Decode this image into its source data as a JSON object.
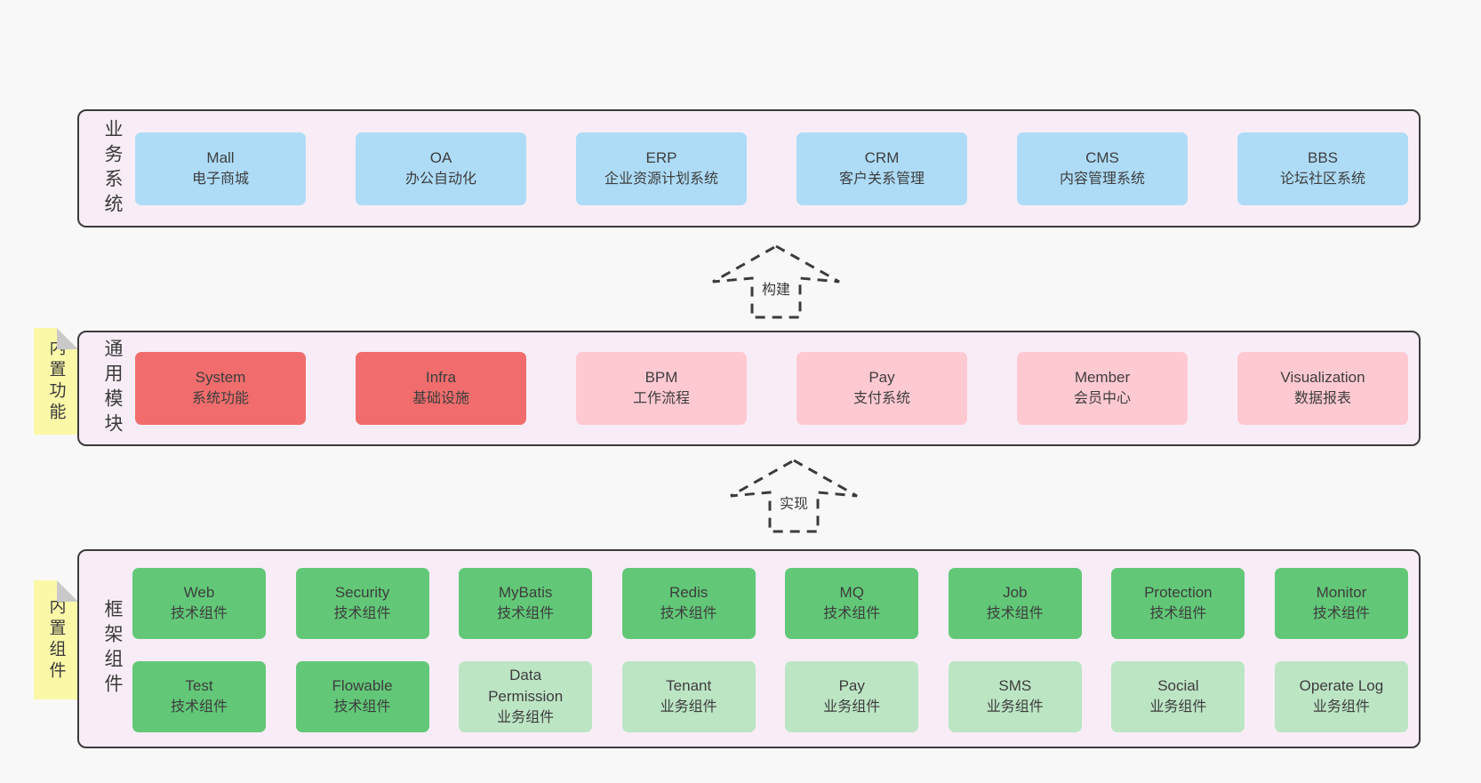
{
  "colors": {
    "page_background": "#f8f8f8",
    "container_background": "#f8edf6",
    "container_border": "#3b3b3b",
    "box_blue": "#aedcf7",
    "box_red": "#f16d6d",
    "box_pink": "#ffc9d2",
    "box_green": "#62c878",
    "box_green_light": "#bce5c4",
    "sticky_yellow": "#fbf9a8",
    "text": "#3d3d3d"
  },
  "layers": {
    "business": {
      "label": "业务系统",
      "boxes": [
        {
          "title": "Mall",
          "subtitle": "电子商城"
        },
        {
          "title": "OA",
          "subtitle": "办公自动化"
        },
        {
          "title": "ERP",
          "subtitle": "企业资源计划系统"
        },
        {
          "title": "CRM",
          "subtitle": "客户关系管理"
        },
        {
          "title": "CMS",
          "subtitle": "内容管理系统"
        },
        {
          "title": "BBS",
          "subtitle": "论坛社区系统"
        }
      ]
    },
    "modules": {
      "label": "通用模块",
      "sticky": "内置功能",
      "boxes": [
        {
          "title": "System",
          "subtitle": "系统功能"
        },
        {
          "title": "Infra",
          "subtitle": "基础设施"
        },
        {
          "title": "BPM",
          "subtitle": "工作流程"
        },
        {
          "title": "Pay",
          "subtitle": "支付系统"
        },
        {
          "title": "Member",
          "subtitle": "会员中心"
        },
        {
          "title": "Visualization",
          "subtitle": "数据报表"
        }
      ]
    },
    "components": {
      "label": "框架组件",
      "sticky": "内置组件",
      "boxes": [
        {
          "title": "Web",
          "subtitle": "技术组件"
        },
        {
          "title": "Security",
          "subtitle": "技术组件"
        },
        {
          "title": "MyBatis",
          "subtitle": "技术组件"
        },
        {
          "title": "Redis",
          "subtitle": "技术组件"
        },
        {
          "title": "MQ",
          "subtitle": "技术组件"
        },
        {
          "title": "Job",
          "subtitle": "技术组件"
        },
        {
          "title": "Protection",
          "subtitle": "技术组件"
        },
        {
          "title": "Monitor",
          "subtitle": "技术组件"
        },
        {
          "title": "Test",
          "subtitle": "技术组件"
        },
        {
          "title": "Flowable",
          "subtitle": "技术组件"
        },
        {
          "title": "Data Permission",
          "subtitle": "业务组件"
        },
        {
          "title": "Tenant",
          "subtitle": "业务组件"
        },
        {
          "title": "Pay",
          "subtitle": "业务组件"
        },
        {
          "title": "SMS",
          "subtitle": "业务组件"
        },
        {
          "title": "Social",
          "subtitle": "业务组件"
        },
        {
          "title": "Operate Log",
          "subtitle": "业务组件"
        }
      ]
    }
  },
  "arrows": {
    "build": {
      "label": "构建"
    },
    "implement": {
      "label": "实现"
    }
  }
}
